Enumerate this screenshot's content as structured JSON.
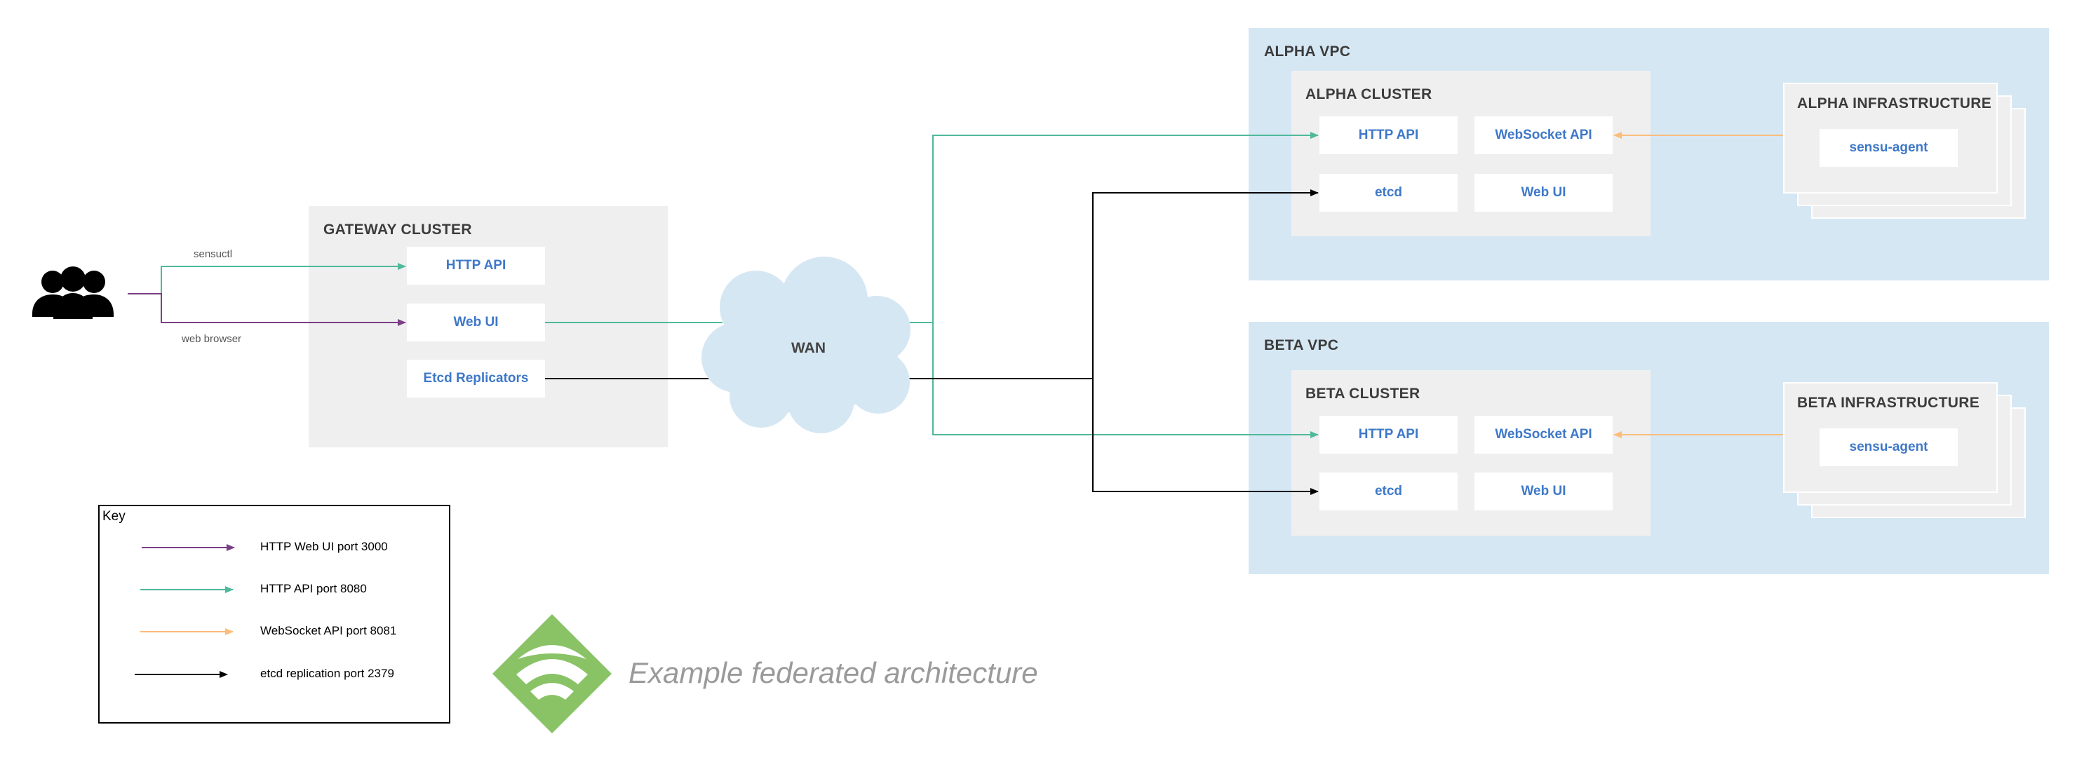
{
  "alpha_vpc": {
    "title": "ALPHA VPC",
    "cluster": {
      "title": "ALPHA CLUSTER",
      "http_api": "HTTP API",
      "websocket_api": "WebSocket API",
      "etcd": "etcd",
      "web_ui": "Web UI"
    },
    "infrastructure": {
      "title": "ALPHA INFRASTRUCTURE",
      "agent": "sensu-agent"
    }
  },
  "beta_vpc": {
    "title": "BETA VPC",
    "cluster": {
      "title": "BETA CLUSTER",
      "http_api": "HTTP API",
      "websocket_api": "WebSocket API",
      "etcd": "etcd",
      "web_ui": "Web UI"
    },
    "infrastructure": {
      "title": "BETA INFRASTRUCTURE",
      "agent": "sensu-agent"
    }
  },
  "gateway": {
    "title": "GATEWAY CLUSTER",
    "http_api": "HTTP API",
    "web_ui": "Web UI",
    "etcd_replicators": "Etcd Replicators"
  },
  "wan": {
    "label": "WAN"
  },
  "users": {
    "icon": "users-icon",
    "sensuctl_label": "sensuctl",
    "browser_label": "web browser"
  },
  "key": {
    "title": "Key",
    "items": [
      {
        "label": "HTTP Web UI port 3000",
        "color": "#7b3f86"
      },
      {
        "label": "HTTP API port 8080",
        "color": "#4fb99b"
      },
      {
        "label": "WebSocket API port 8081",
        "color": "#fbbd7b"
      },
      {
        "label": "etcd replication port 2379",
        "color": "#000000"
      }
    ]
  },
  "logo": {
    "icon": "sensu-logo-icon",
    "color": "#89c366"
  },
  "caption": "Example federated architecture",
  "colors": {
    "vpc_bg": "#d6e7f4",
    "cluster_bg": "#efefef",
    "node_text": "#3e78c8",
    "web_ui_line": "#7b3f86",
    "http_api_line": "#4fb99b",
    "websocket_line": "#fbbd7b",
    "etcd_line": "#000000"
  }
}
